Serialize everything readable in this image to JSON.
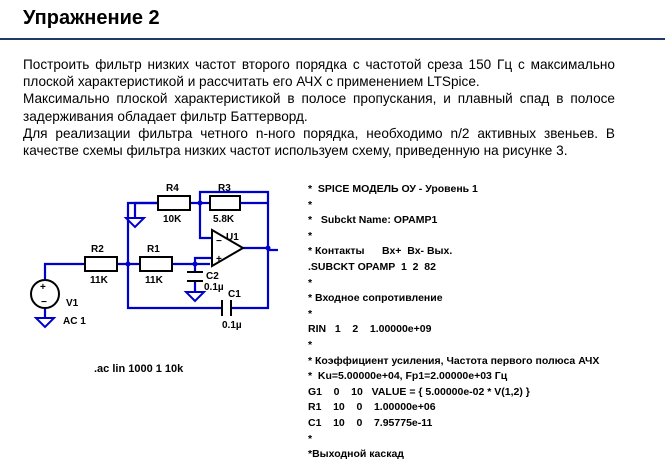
{
  "title": "Упражнение 2",
  "paragraphs": [
    "Построить фильтр низких частот второго порядка с частотой среза 150 Гц с максимально плоской характеристикой и рассчитать его АЧХ с применением LTSpice.",
    "Максимально плоской характеристикой в полосе пропускания, и плавный спад в полосе задерживания обладает фильтр Баттерворд.",
    "Для реализации фильтра четного n-ного порядка, необходимо n/2 активных звеньев. В качестве схемы фильтра низких частот используем схему, приведенную на рисунке 3."
  ],
  "schematic": {
    "r4": {
      "name": "R4",
      "value": "10K"
    },
    "r3": {
      "name": "R3",
      "value": "5.8K"
    },
    "u1": {
      "name": "U1"
    },
    "r2": {
      "name": "R2",
      "value": "11K"
    },
    "r1": {
      "name": "R1",
      "value": "11K"
    },
    "c2": {
      "name": "C2",
      "value": "0.1µ"
    },
    "c1": {
      "name": "C1",
      "value": "0.1µ"
    },
    "v1": {
      "name": "V1",
      "value": "AC 1"
    },
    "ac_command": ".ac lin 1000 1 10k",
    "wire_color": "#0000cc"
  },
  "netlist": [
    "*  SPICE МОДЕЛЬ ОУ - Уровень 1",
    "*",
    "*   Subckt Name: OPAMP1",
    "*",
    "* Контакты      Вх+  Вх- Вых.",
    ".SUBCKT OPAMP  1  2  82",
    "*",
    "* Входное сопротивление",
    "*",
    "RIN   1    2    1.00000e+09",
    "*",
    "* Коэффициент усиления, Частота первого полюса АЧХ",
    "*  Ku=5.00000e+04, Fp1=2.00000e+03 Гц",
    "G1    0    10   VALUE = { 5.00000e-02 * V(1,2) }",
    "R1    10    0    1.00000e+06",
    "C1    10    0    7.95775e-11",
    "*",
    "*Выходной каскад"
  ]
}
